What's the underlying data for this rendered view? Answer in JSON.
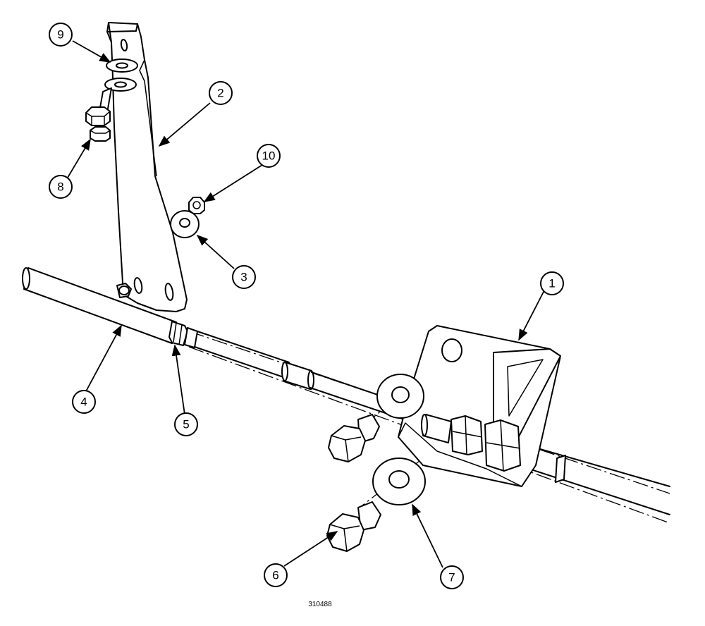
{
  "figure_number": "310488",
  "callouts": [
    {
      "id": "callout-1",
      "label": "1"
    },
    {
      "id": "callout-2",
      "label": "2"
    },
    {
      "id": "callout-3",
      "label": "3"
    },
    {
      "id": "callout-4",
      "label": "4"
    },
    {
      "id": "callout-5",
      "label": "5"
    },
    {
      "id": "callout-6",
      "label": "6"
    },
    {
      "id": "callout-7",
      "label": "7"
    },
    {
      "id": "callout-8",
      "label": "8"
    },
    {
      "id": "callout-9",
      "label": "9"
    },
    {
      "id": "callout-10",
      "label": "10"
    }
  ]
}
